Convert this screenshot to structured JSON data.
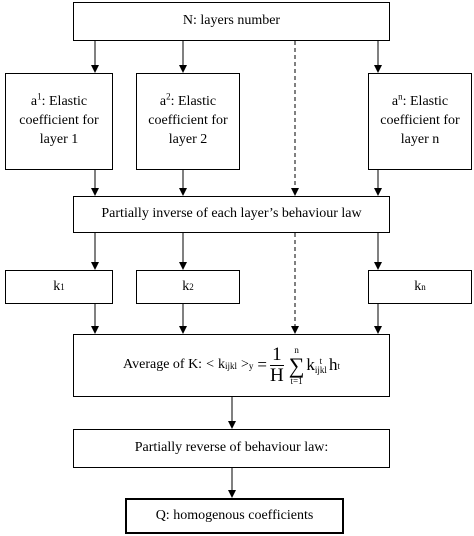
{
  "diagram": {
    "top": {
      "text": "N: layers number"
    },
    "elastic": [
      {
        "base": "a",
        "sup": "1",
        "rest": ": Elastic",
        "line2": "coefficient for",
        "line3": "layer 1"
      },
      {
        "base": "a",
        "sup": "2",
        "rest": ": Elastic",
        "line2": "coefficient for",
        "line3": "layer 2"
      },
      {
        "base": "a",
        "sup": "n",
        "rest": ": Elastic",
        "line2": "coefficient for",
        "line3": "layer n"
      }
    ],
    "inverse": {
      "text": "Partially inverse of each layer’s behaviour law"
    },
    "k": [
      {
        "base": "k",
        "sup": "1"
      },
      {
        "base": "k",
        "sup": "2"
      },
      {
        "base": "k",
        "sup": "n"
      }
    ],
    "average": {
      "label": "Average of K:",
      "lt": "<",
      "k": "k",
      "ksub": "ijkl",
      "gt": ">",
      "ysub": "y",
      "eq": "=",
      "num": "1",
      "den": "H",
      "sum_top": "n",
      "sigma": "∑",
      "sum_bottom": "t=1",
      "term_k": "k",
      "term_ksup": "t",
      "term_ksub": "ijkl",
      "term_h": "h",
      "term_hsup": "t"
    },
    "reverse": {
      "text": "Partially reverse of behaviour law:"
    },
    "result": {
      "text": "Q: homogenous coefficients"
    }
  }
}
